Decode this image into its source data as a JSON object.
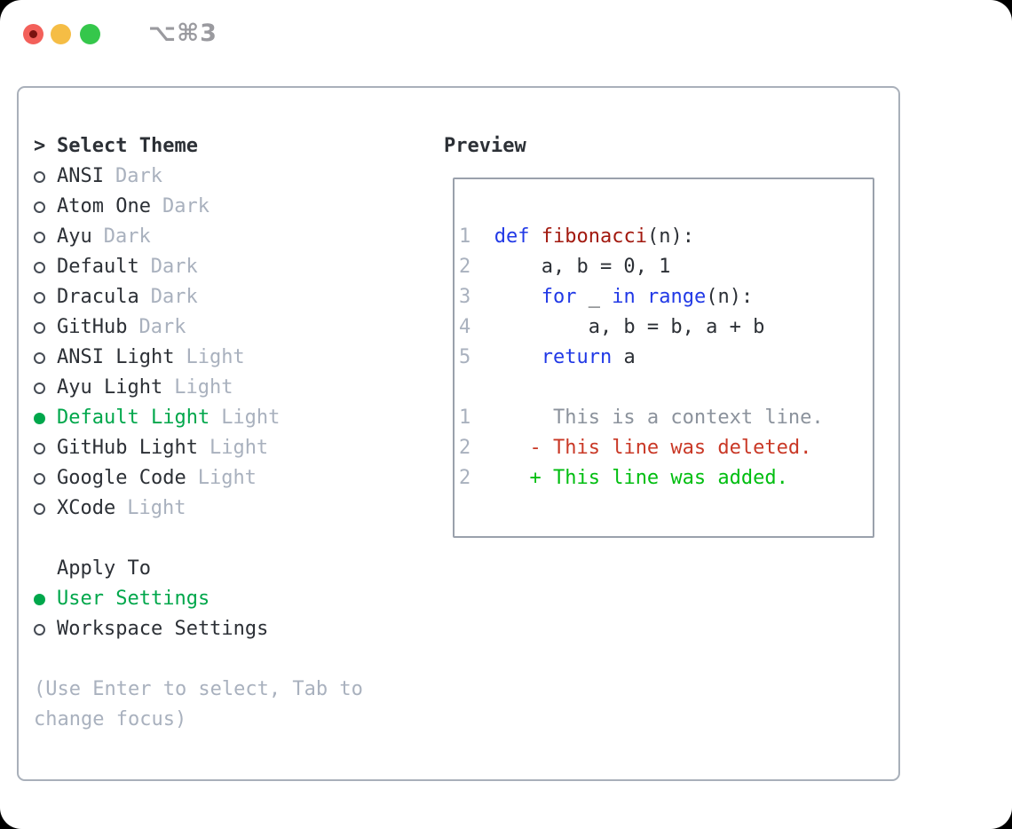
{
  "colors": {
    "ink": "#2c3036",
    "muted": "#a9b1be",
    "ctx": "#8b929c",
    "kw": "#2139e6",
    "fn": "#a2190f",
    "del": "#c93826",
    "add": "#00be10",
    "sel": "#00a74b",
    "radio": "#464c55",
    "panel-border": "#a9b0ba",
    "preview-border": "#9aa1ac",
    "light-red": "#f3605a",
    "light-red-dot": "#7b1310",
    "light-yellow": "#f5bd45",
    "light-green": "#35c74b",
    "title-gray": "#9a9a9f"
  },
  "window": {
    "title": "⌥⌘3"
  },
  "theme_panel": {
    "header": {
      "marker": ">",
      "label": "Select Theme"
    },
    "items": [
      {
        "name": "ANSI",
        "variant": "Dark",
        "selected": false
      },
      {
        "name": "Atom One",
        "variant": "Dark",
        "selected": false
      },
      {
        "name": "Ayu",
        "variant": "Dark",
        "selected": false
      },
      {
        "name": "Default",
        "variant": "Dark",
        "selected": false
      },
      {
        "name": "Dracula",
        "variant": "Dark",
        "selected": false
      },
      {
        "name": "GitHub",
        "variant": "Dark",
        "selected": false
      },
      {
        "name": "ANSI Light",
        "variant": "Light",
        "selected": false
      },
      {
        "name": "Ayu Light",
        "variant": "Light",
        "selected": false
      },
      {
        "name": "Default Light",
        "variant": "Light",
        "selected": true
      },
      {
        "name": "GitHub Light",
        "variant": "Light",
        "selected": false
      },
      {
        "name": "Google Code",
        "variant": "Light",
        "selected": false
      },
      {
        "name": "XCode",
        "variant": "Light",
        "selected": false
      }
    ],
    "apply_to": {
      "label": "Apply To",
      "options": [
        {
          "name": "User Settings",
          "selected": true
        },
        {
          "name": "Workspace Settings",
          "selected": false
        }
      ]
    },
    "help_lines": [
      "(Use Enter to select, Tab to",
      "change focus)"
    ]
  },
  "preview": {
    "title": "Preview",
    "lines": [
      [
        [
          "num",
          "1"
        ],
        [
          "plain",
          "  "
        ],
        [
          "kw",
          "def"
        ],
        [
          "plain",
          " "
        ],
        [
          "fn",
          "fibonacci"
        ],
        [
          "plain",
          "(n):"
        ]
      ],
      [
        [
          "num",
          "2"
        ],
        [
          "plain",
          "      a, b = 0, 1"
        ]
      ],
      [
        [
          "num",
          "3"
        ],
        [
          "plain",
          "      "
        ],
        [
          "kw",
          "for"
        ],
        [
          "plain",
          " _ "
        ],
        [
          "kw",
          "in"
        ],
        [
          "plain",
          " "
        ],
        [
          "kw",
          "range"
        ],
        [
          "plain",
          "(n):"
        ]
      ],
      [
        [
          "num",
          "4"
        ],
        [
          "plain",
          "          a, b = b, a + b"
        ]
      ],
      [
        [
          "num",
          "5"
        ],
        [
          "plain",
          "      "
        ],
        [
          "kw",
          "return"
        ],
        [
          "plain",
          " a"
        ]
      ],
      [],
      [
        [
          "num",
          "1"
        ],
        [
          "ctx",
          "       This is a context line."
        ]
      ],
      [
        [
          "num",
          "2"
        ],
        [
          "plain",
          "     "
        ],
        [
          "del",
          "- This line was deleted."
        ]
      ],
      [
        [
          "num",
          "2"
        ],
        [
          "plain",
          "     "
        ],
        [
          "add",
          "+ This line was added."
        ]
      ]
    ]
  }
}
